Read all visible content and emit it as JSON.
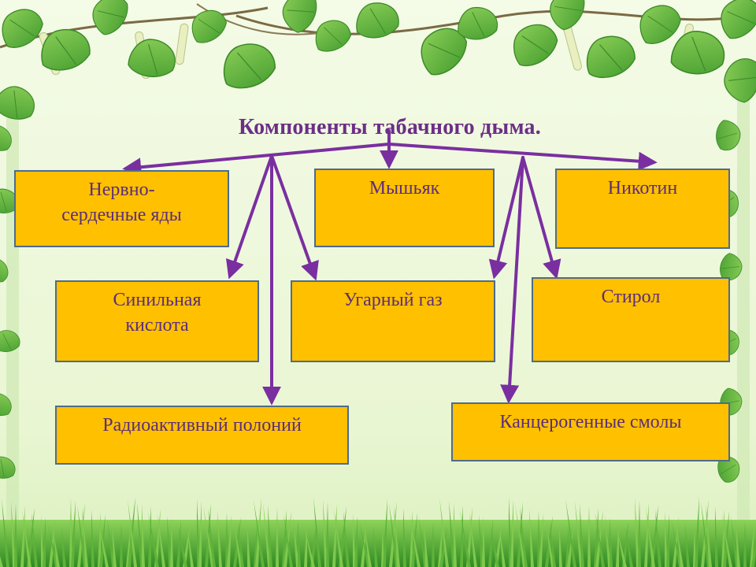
{
  "title": "Компоненты табачного дыма.",
  "colors": {
    "box_fill": "#ffc000",
    "box_border": "#4f6b8a",
    "text": "#5b2d7a",
    "arrow": "#7a2fa0",
    "leaf": "#5cae3a"
  },
  "components": {
    "nervo_1": "Нервно-",
    "nervo_2": "сердечные яды",
    "arsenic": "Мышьяк",
    "nicotine": "Никотин",
    "cyanide_1": "Синильная",
    "cyanide_2": "кислота",
    "co": "Угарный газ",
    "styrene": "Стирол",
    "polonium": "Радиоактивный полоний",
    "tar": "Канцерогенные смолы"
  }
}
